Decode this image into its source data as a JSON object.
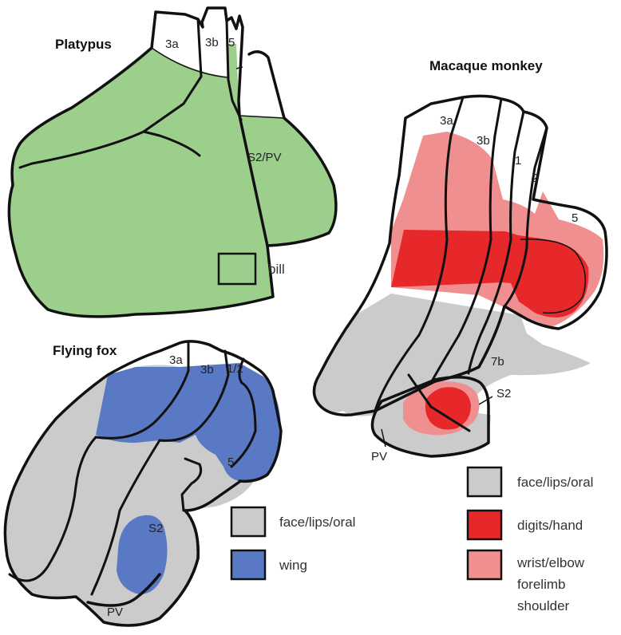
{
  "colors": {
    "bill": "#9ccf8c",
    "face": "#cbcbcb",
    "digits": "#e7282b",
    "wrist": "#ef8f90",
    "wing": "#5a79c4",
    "blank": "#ffffff"
  },
  "platypus": {
    "title": "Platypus",
    "areas": [
      "3a",
      "3b",
      "5",
      "S2/PV"
    ],
    "legend": [
      {
        "label": "bill",
        "color_key": "bill"
      }
    ]
  },
  "macaque": {
    "title": "Macaque monkey",
    "areas": [
      "3a",
      "3b",
      "1",
      "2",
      "5",
      "7b",
      "S2",
      "PV"
    ],
    "legend": [
      {
        "label": "face/lips/oral",
        "color_key": "face"
      },
      {
        "label": "digits/hand",
        "color_key": "digits"
      },
      {
        "label": "wrist/elbow",
        "label2": "forelimb",
        "label3": "shoulder",
        "color_key": "wrist"
      }
    ]
  },
  "flying_fox": {
    "title": "Flying fox",
    "areas": [
      "3a",
      "3b",
      "1/2",
      "5",
      "S2",
      "PV"
    ],
    "legend": [
      {
        "label": "face/lips/oral",
        "color_key": "face"
      },
      {
        "label": "wing",
        "color_key": "wing"
      }
    ]
  }
}
